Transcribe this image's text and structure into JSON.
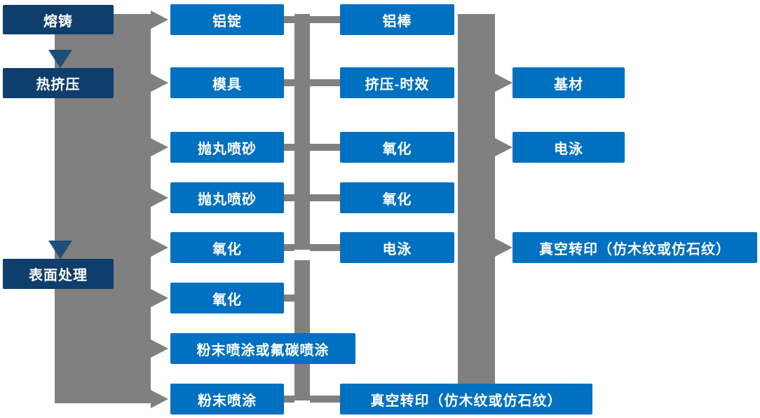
{
  "colors": {
    "primary_blue": "#0070c0",
    "dark_navy": "#0f3d6c",
    "connector_gray": "#808080",
    "arrow_dark": "#1f4e79",
    "text_white": "#ffffff"
  },
  "diagram": {
    "process_stages": {
      "melting_casting": "熔铸",
      "hot_extrusion": "热挤压",
      "surface_treatment": "表面处理"
    },
    "column2": {
      "aluminum_ingot": "铝锭",
      "mold": "模具",
      "shot_blasting_top": "抛丸喷砂",
      "shot_blasting_bottom": "抛丸喷砂",
      "oxidation_top": "氧化",
      "oxidation_bottom": "氧化",
      "powder_or_fluorocarbon_coating": "粉末喷涂或氟碳喷涂",
      "powder_coating": "粉末喷涂"
    },
    "column3": {
      "aluminum_rod": "铝棒",
      "extrusion_aging": "挤压-时效",
      "oxidation_top": "氧化",
      "oxidation_bottom": "氧化",
      "electrophoresis": "电泳",
      "vacuum_transfer_print": "真空转印（仿木纹或仿石纹）"
    },
    "column4": {
      "base_material": "基材",
      "electrophoresis": "电泳",
      "vacuum_transfer_print": "真空转印（仿木纹或仿石纹）"
    }
  }
}
